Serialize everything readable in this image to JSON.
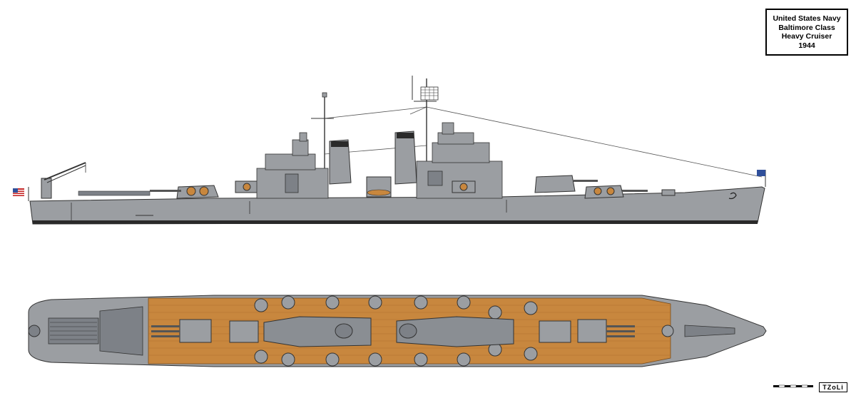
{
  "title_block": {
    "line1": "United States Navy",
    "line2": "Baltimore Class",
    "line3": "Heavy Cruiser",
    "line4": "1944"
  },
  "signature": "TZoLi",
  "colors": {
    "hull": "#9b9ea2",
    "hull_dark": "#6f7378",
    "deck": "#c8873e",
    "waterline": "#2a2a2a",
    "flag_blue": "#2f4f9a",
    "flag_red": "#c62828"
  },
  "icons": {
    "profile": "ship-profile-drawing",
    "plan": "ship-plan-view-drawing",
    "stern_flag": "us-flag-icon",
    "bow_jack": "union-jack-icon"
  }
}
